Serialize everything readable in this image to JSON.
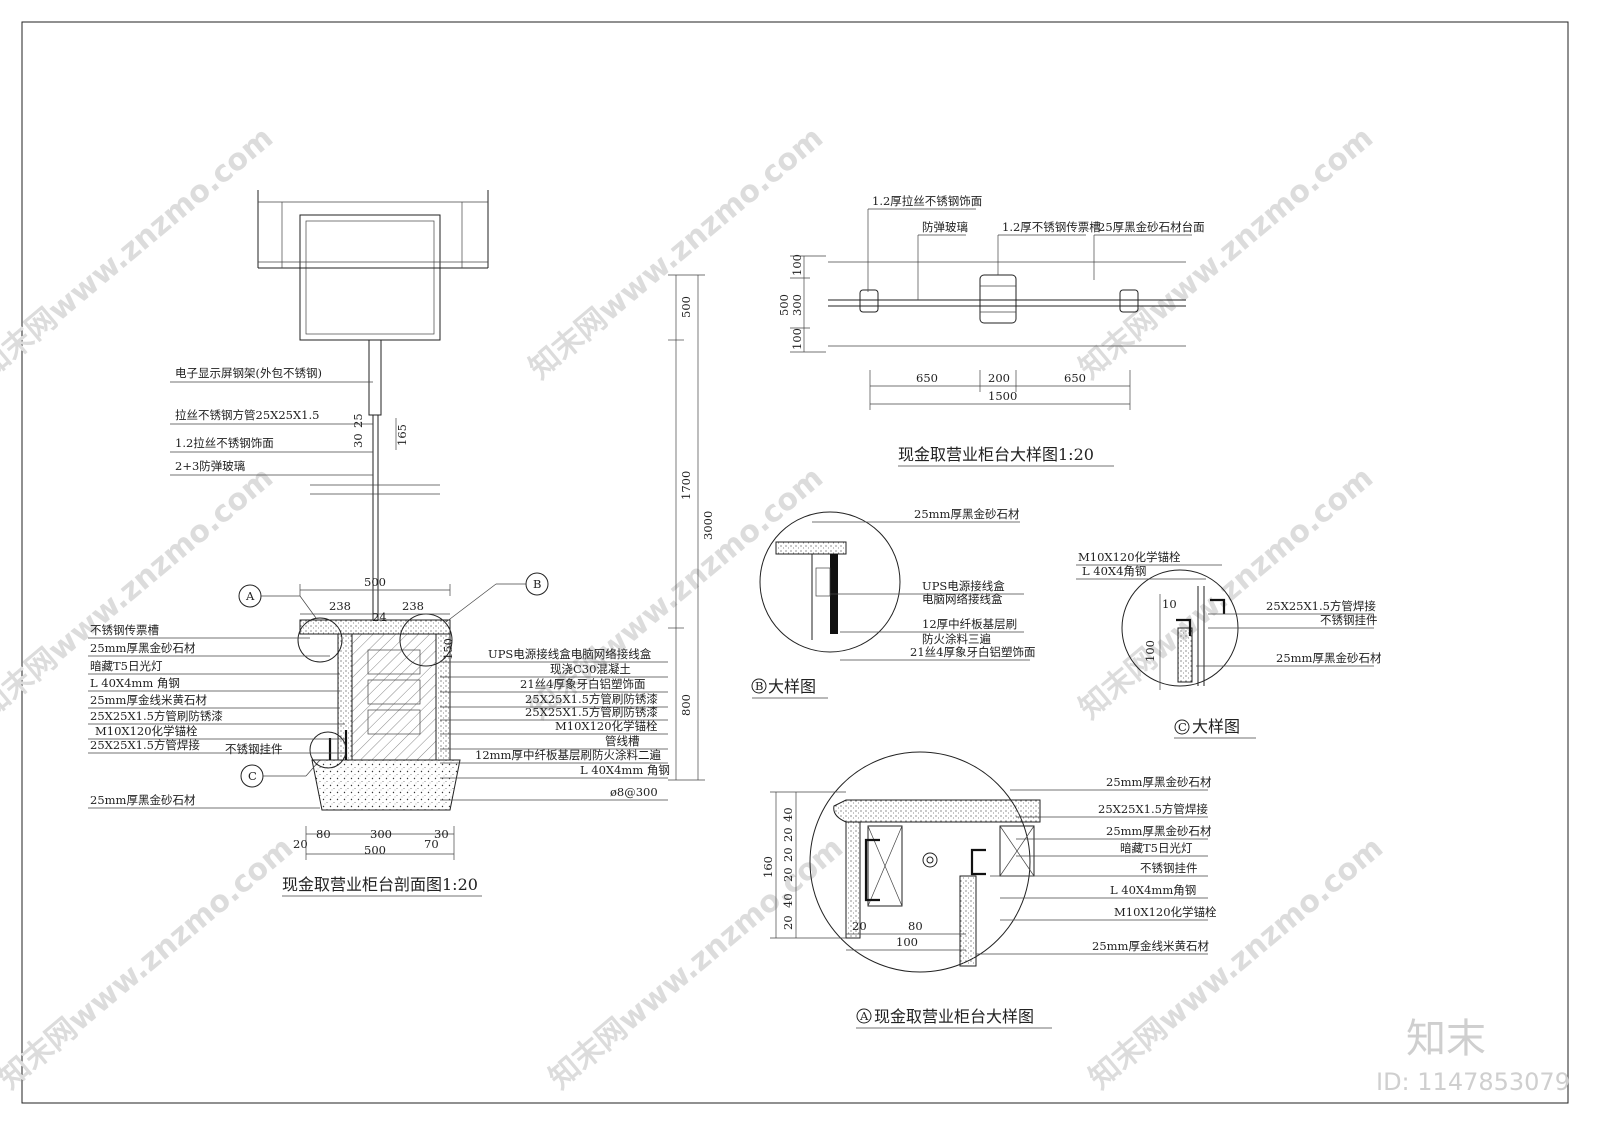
{
  "section": {
    "title": "现金取营业柜台剖面图1:20",
    "callouts": {
      "a": "A",
      "b": "B",
      "c": "C"
    },
    "top_labels": [
      "电子显示屏钢架(外包不锈钢)",
      "拉丝不锈钢方管25X25X1.5",
      "1.2拉丝不锈钢饰面",
      "2+3防弹玻璃"
    ],
    "left_labels": [
      "不锈钢传票槽",
      "25mm厚黑金砂石材",
      "暗藏T5日光灯",
      "L 40X4mm 角钢",
      "25mm厚金线米黄石材",
      "25X25X1.5方管刷防锈漆",
      "M10X120化学锚栓",
      "25X25X1.5方管焊接",
      "不锈钢挂件",
      "25mm厚黑金砂石材"
    ],
    "right_labels": [
      "UPS电源接线盒电脑网络接线盒",
      "现浇C30混凝土",
      "21丝4厚象牙白铝塑饰面",
      "25X25X1.5方管刷防锈漆",
      "25X25X1.5方管刷防锈漆",
      "M10X120化学锚栓",
      "管线槽",
      "12mm厚中纤板基层刷防火涂料二遍",
      "L 40X4mm 角钢",
      "ø8@300"
    ],
    "dims": {
      "glass_a": "25",
      "glass_b": "30",
      "glass_c": "165",
      "top_width": "500",
      "half_left": "238",
      "half_right": "238",
      "mid": "24",
      "right_150": "150",
      "h_500": "500",
      "h_1700": "1700",
      "h_3000": "3000",
      "h_800": "800",
      "b_20": "20",
      "b_80": "80",
      "b_300": "300",
      "b_70": "70",
      "b_30": "30",
      "b_500": "500"
    }
  },
  "plan": {
    "title": "现金取营业柜台大样图1:20",
    "labels": [
      "1.2厚拉丝不锈钢饰面",
      "防弹玻璃",
      "1.2厚不锈钢传票槽",
      "25厚黑金砂石材台面"
    ],
    "dims": {
      "v100a": "100",
      "v300": "300",
      "v100b": "100",
      "v500": "500",
      "h650a": "650",
      "h200": "200",
      "h650b": "650",
      "h1500": "1500"
    }
  },
  "detail_b": {
    "title": "大样图",
    "mark": "B",
    "labels": [
      "25mm厚黑金砂石材",
      "UPS电源接线盒",
      "电脑网络接线盒",
      "12厚中纤板基层刷",
      "防火涂料三遍",
      "21丝4厚象牙白铝塑饰面"
    ]
  },
  "detail_c": {
    "title": "大样图",
    "mark": "C",
    "labels": [
      "M10X120化学锚栓",
      "L 40X4角钢",
      "25X25X1.5方管焊接",
      "不锈钢挂件",
      "25mm厚黑金砂石材"
    ],
    "dims": {
      "d10": "10",
      "d100": "100"
    }
  },
  "detail_a": {
    "title": "现金取营业柜台大样图",
    "mark": "A",
    "labels": [
      "25mm厚黑金砂石材",
      "25X25X1.5方管焊接",
      "25mm厚黑金砂石材",
      "暗藏T5日光灯",
      "不锈钢挂件",
      "L 40X4mm角钢",
      "M10X120化学锚栓",
      "25mm厚金线米黄石材"
    ],
    "dims": {
      "d40a": "40",
      "d20a": "20",
      "d20b": "20",
      "d20c": "20",
      "d40b": "40",
      "d20d": "20",
      "d160": "160",
      "d80": "80",
      "d100": "100",
      "d20e": "20"
    }
  },
  "watermarks": [
    "知末网www.znzmo.com"
  ],
  "brand": {
    "logo": "知末",
    "id": "ID: 1147853079"
  }
}
